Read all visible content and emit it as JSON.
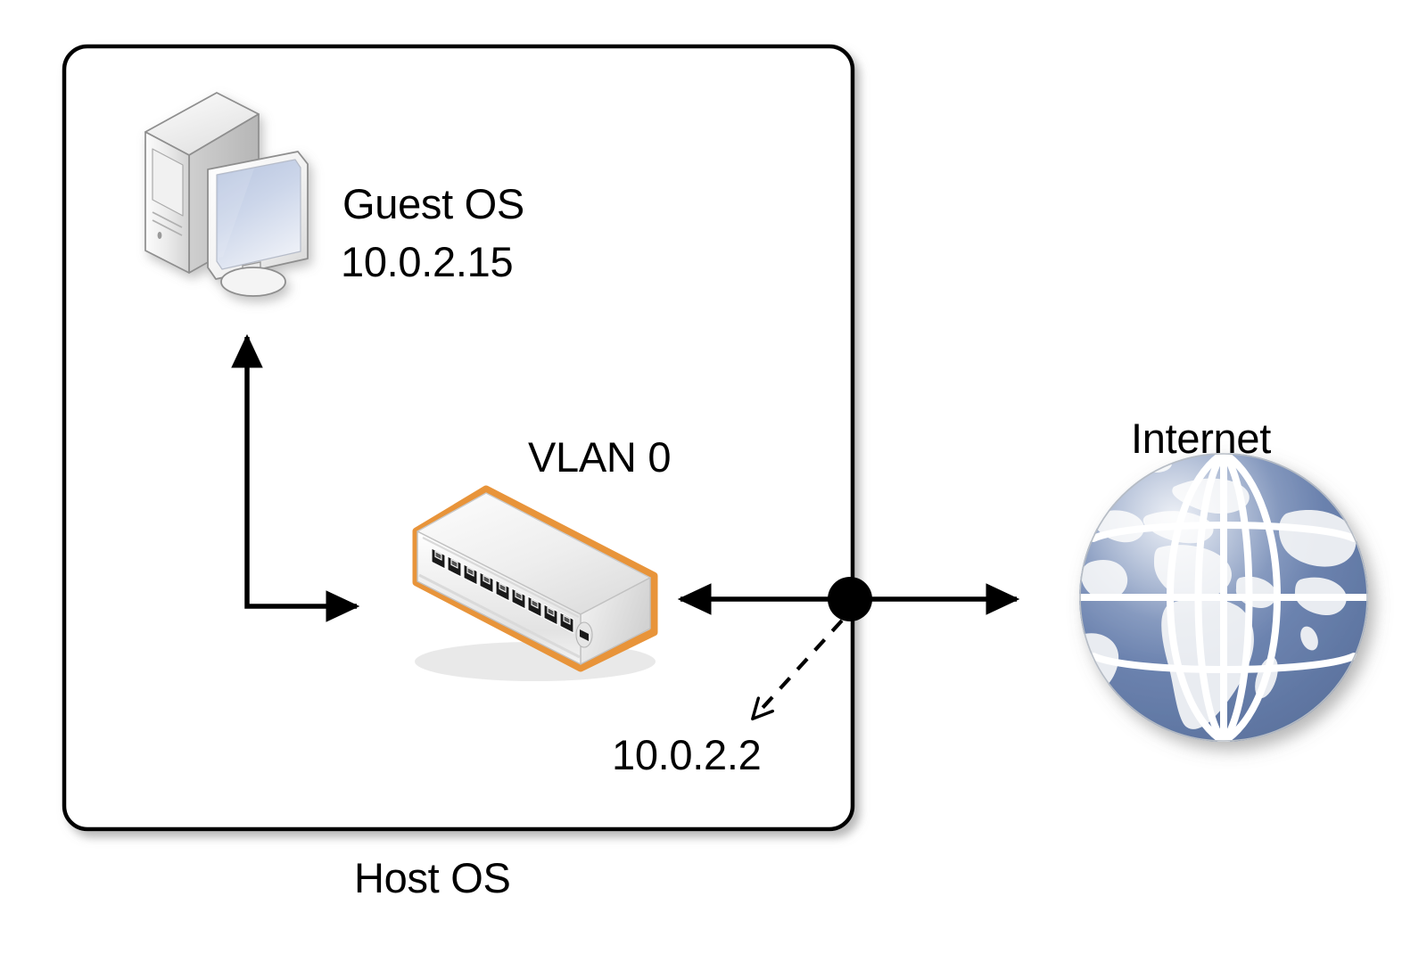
{
  "diagram": {
    "title": "VirtualBox NAT networking diagram",
    "type": "network-topology",
    "background_color": "#ffffff",
    "labels": {
      "guest_os": "Guest OS",
      "guest_ip": "10.0.2.15",
      "vlan": "VLAN 0",
      "gateway_ip": "10.0.2.2",
      "host_os": "Host OS",
      "internet": "Internet"
    },
    "nodes": [
      {
        "id": "host-os-boundary",
        "kind": "rounded-rectangle",
        "label": "Host OS",
        "border_color": "#000000",
        "fill_color": "#ffffff",
        "border_width": 4,
        "corner_radius": 26
      },
      {
        "id": "guest-os-computer",
        "kind": "desktop-computer-icon",
        "label": "Guest OS",
        "ip": "10.0.2.15"
      },
      {
        "id": "vlan-switch",
        "kind": "network-switch-icon",
        "label": "VLAN 0",
        "highlight_color": "#e8943a",
        "port_count": 10
      },
      {
        "id": "nat-junction",
        "kind": "junction-dot",
        "ip": "10.0.2.2",
        "color": "#000000"
      },
      {
        "id": "internet-globe",
        "kind": "globe-icon",
        "label": "Internet",
        "ocean_color": "#6b82b0",
        "land_color": "#e9ecf1"
      }
    ],
    "connections": [
      {
        "id": "guest-to-switch",
        "from": "guest-os-computer",
        "to": "vlan-switch",
        "style": "solid-elbow",
        "arrows": "both",
        "color": "#000000"
      },
      {
        "id": "switch-to-junction",
        "from": "nat-junction",
        "to": "vlan-switch",
        "style": "solid",
        "arrows": "end",
        "color": "#000000"
      },
      {
        "id": "junction-to-internet",
        "from": "nat-junction",
        "to": "internet-globe",
        "style": "solid",
        "arrows": "end",
        "color": "#000000"
      },
      {
        "id": "junction-to-gateway-label",
        "from": "nat-junction",
        "to": "gateway_ip",
        "style": "dashed",
        "arrows": "end",
        "color": "#000000"
      }
    ]
  }
}
